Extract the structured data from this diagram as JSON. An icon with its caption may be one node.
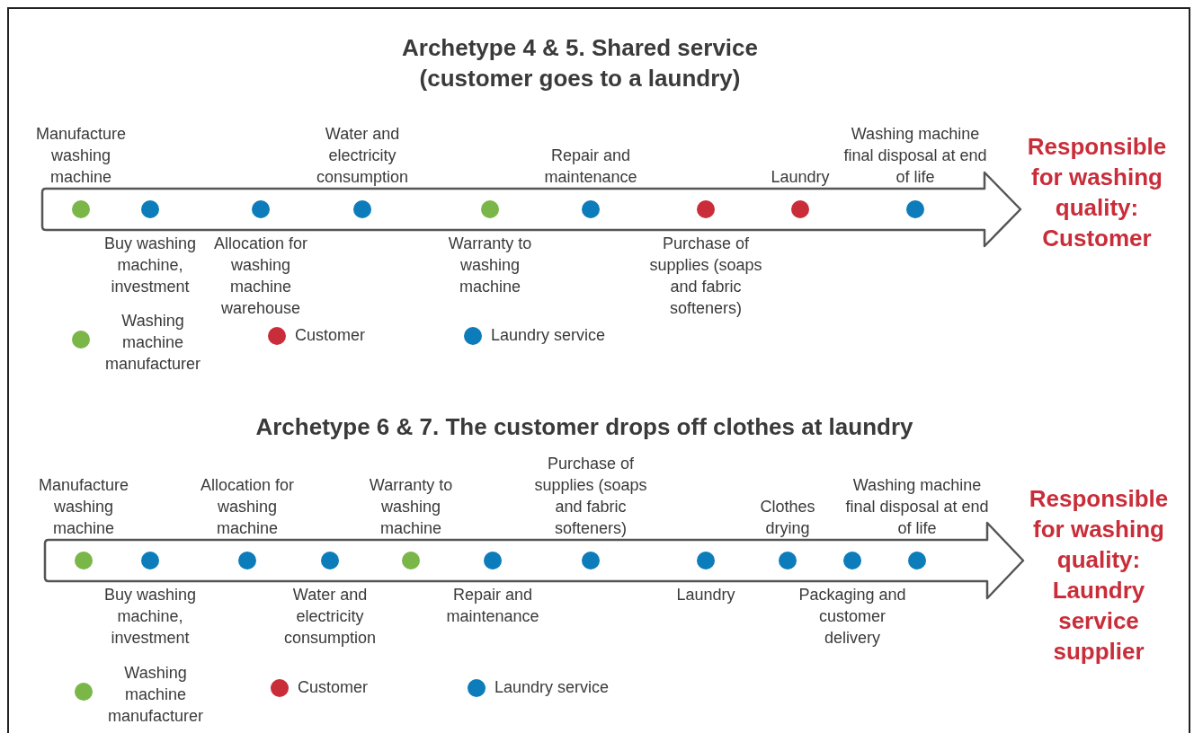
{
  "diagram": {
    "nodes": [
      {
        "text": [],
        "shape": "arrow"
      },
      {
        "text": [],
        "shape": "circle",
        "in": 0,
        "beside": [
          "Manufacture washing machine"
        ]
      },
      {
        "text": [],
        "shape": "circle",
        "in": 0,
        "beside": [
          "Buy washing machine, investment"
        ]
      },
      {
        "text": [],
        "shape": "circle",
        "in": 0,
        "beside": [
          "Allocation for washing machine warehouse"
        ]
      },
      {
        "text": [],
        "shape": "circle",
        "in": 0,
        "beside": [
          "Water and electricity consumption"
        ]
      },
      {
        "text": [],
        "shape": "circle",
        "in": 0,
        "beside": [
          "Warranty to washing machine"
        ]
      },
      {
        "text": [],
        "shape": "circle",
        "in": 0,
        "beside": [
          "Repair and maintenance"
        ]
      },
      {
        "text": [],
        "shape": "circle",
        "in": 0,
        "beside": [
          "Purchase of supplies (soaps and fabric softeners)"
        ]
      },
      {
        "text": [],
        "shape": "circle",
        "in": 0,
        "beside": [
          "Laundry"
        ]
      },
      {
        "text": [],
        "shape": "circle",
        "in": 0,
        "beside": [
          "Washing machine final disposal at end of life"
        ]
      },
      {
        "text": [],
        "shape": "arrow"
      },
      {
        "text": [],
        "shape": "circle",
        "in": 10,
        "beside": [
          "Manufacture washing machine"
        ]
      },
      {
        "text": [],
        "shape": "circle",
        "in": 10,
        "beside": [
          "Buy washing machine, investment"
        ]
      },
      {
        "text": [],
        "shape": "circle",
        "in": 10,
        "beside": [
          "Allocation for washing machine"
        ]
      },
      {
        "text": [],
        "shape": "circle",
        "in": 10,
        "beside": [
          "Water and electricity consumption"
        ]
      },
      {
        "text": [],
        "shape": "circle",
        "in": 10,
        "beside": [
          "Warranty to washing machine"
        ]
      },
      {
        "text": [],
        "shape": "circle",
        "in": 10,
        "beside": [
          "Repair and maintenance"
        ]
      },
      {
        "text": [],
        "shape": "circle",
        "in": 10,
        "beside": [
          "Purchase of supplies (soaps and fabric softeners)"
        ]
      },
      {
        "text": [],
        "shape": "circle",
        "in": 10,
        "beside": [
          "Laundry"
        ]
      },
      {
        "text": [],
        "shape": "circle",
        "in": 10,
        "beside": [
          "Clothes drying"
        ]
      },
      {
        "text": [],
        "shape": "circle",
        "in": 10,
        "beside": [
          "Packaging and customer delivery"
        ]
      },
      {
        "text": [],
        "shape": "circle",
        "in": 10,
        "beside": [
          "Washing machine final disposal at end of life"
        ]
      }
    ],
    "labels": [
      "Archetype 4 & 5. Shared service (customer goes to a laundry)",
      "Responsible for washing quality: Customer",
      "Archetype 6 & 7. The customer drops off clothes at laundry",
      "Responsible for washing quality: Laundry service supplier"
    ],
    "legend": [
      {
        "text": "Washing machine manufacturer",
        "color": "#7ab648"
      },
      {
        "text": "Customer",
        "color": "#c92d39"
      },
      {
        "text": "Laundry service",
        "color": "#0c7cba"
      },
      {
        "text": "Washing machine manufacturer",
        "color": "#7ab648"
      },
      {
        "text": "Customer",
        "color": "#c92d39"
      },
      {
        "text": "Laundry service",
        "color": "#0c7cba"
      }
    ]
  }
}
